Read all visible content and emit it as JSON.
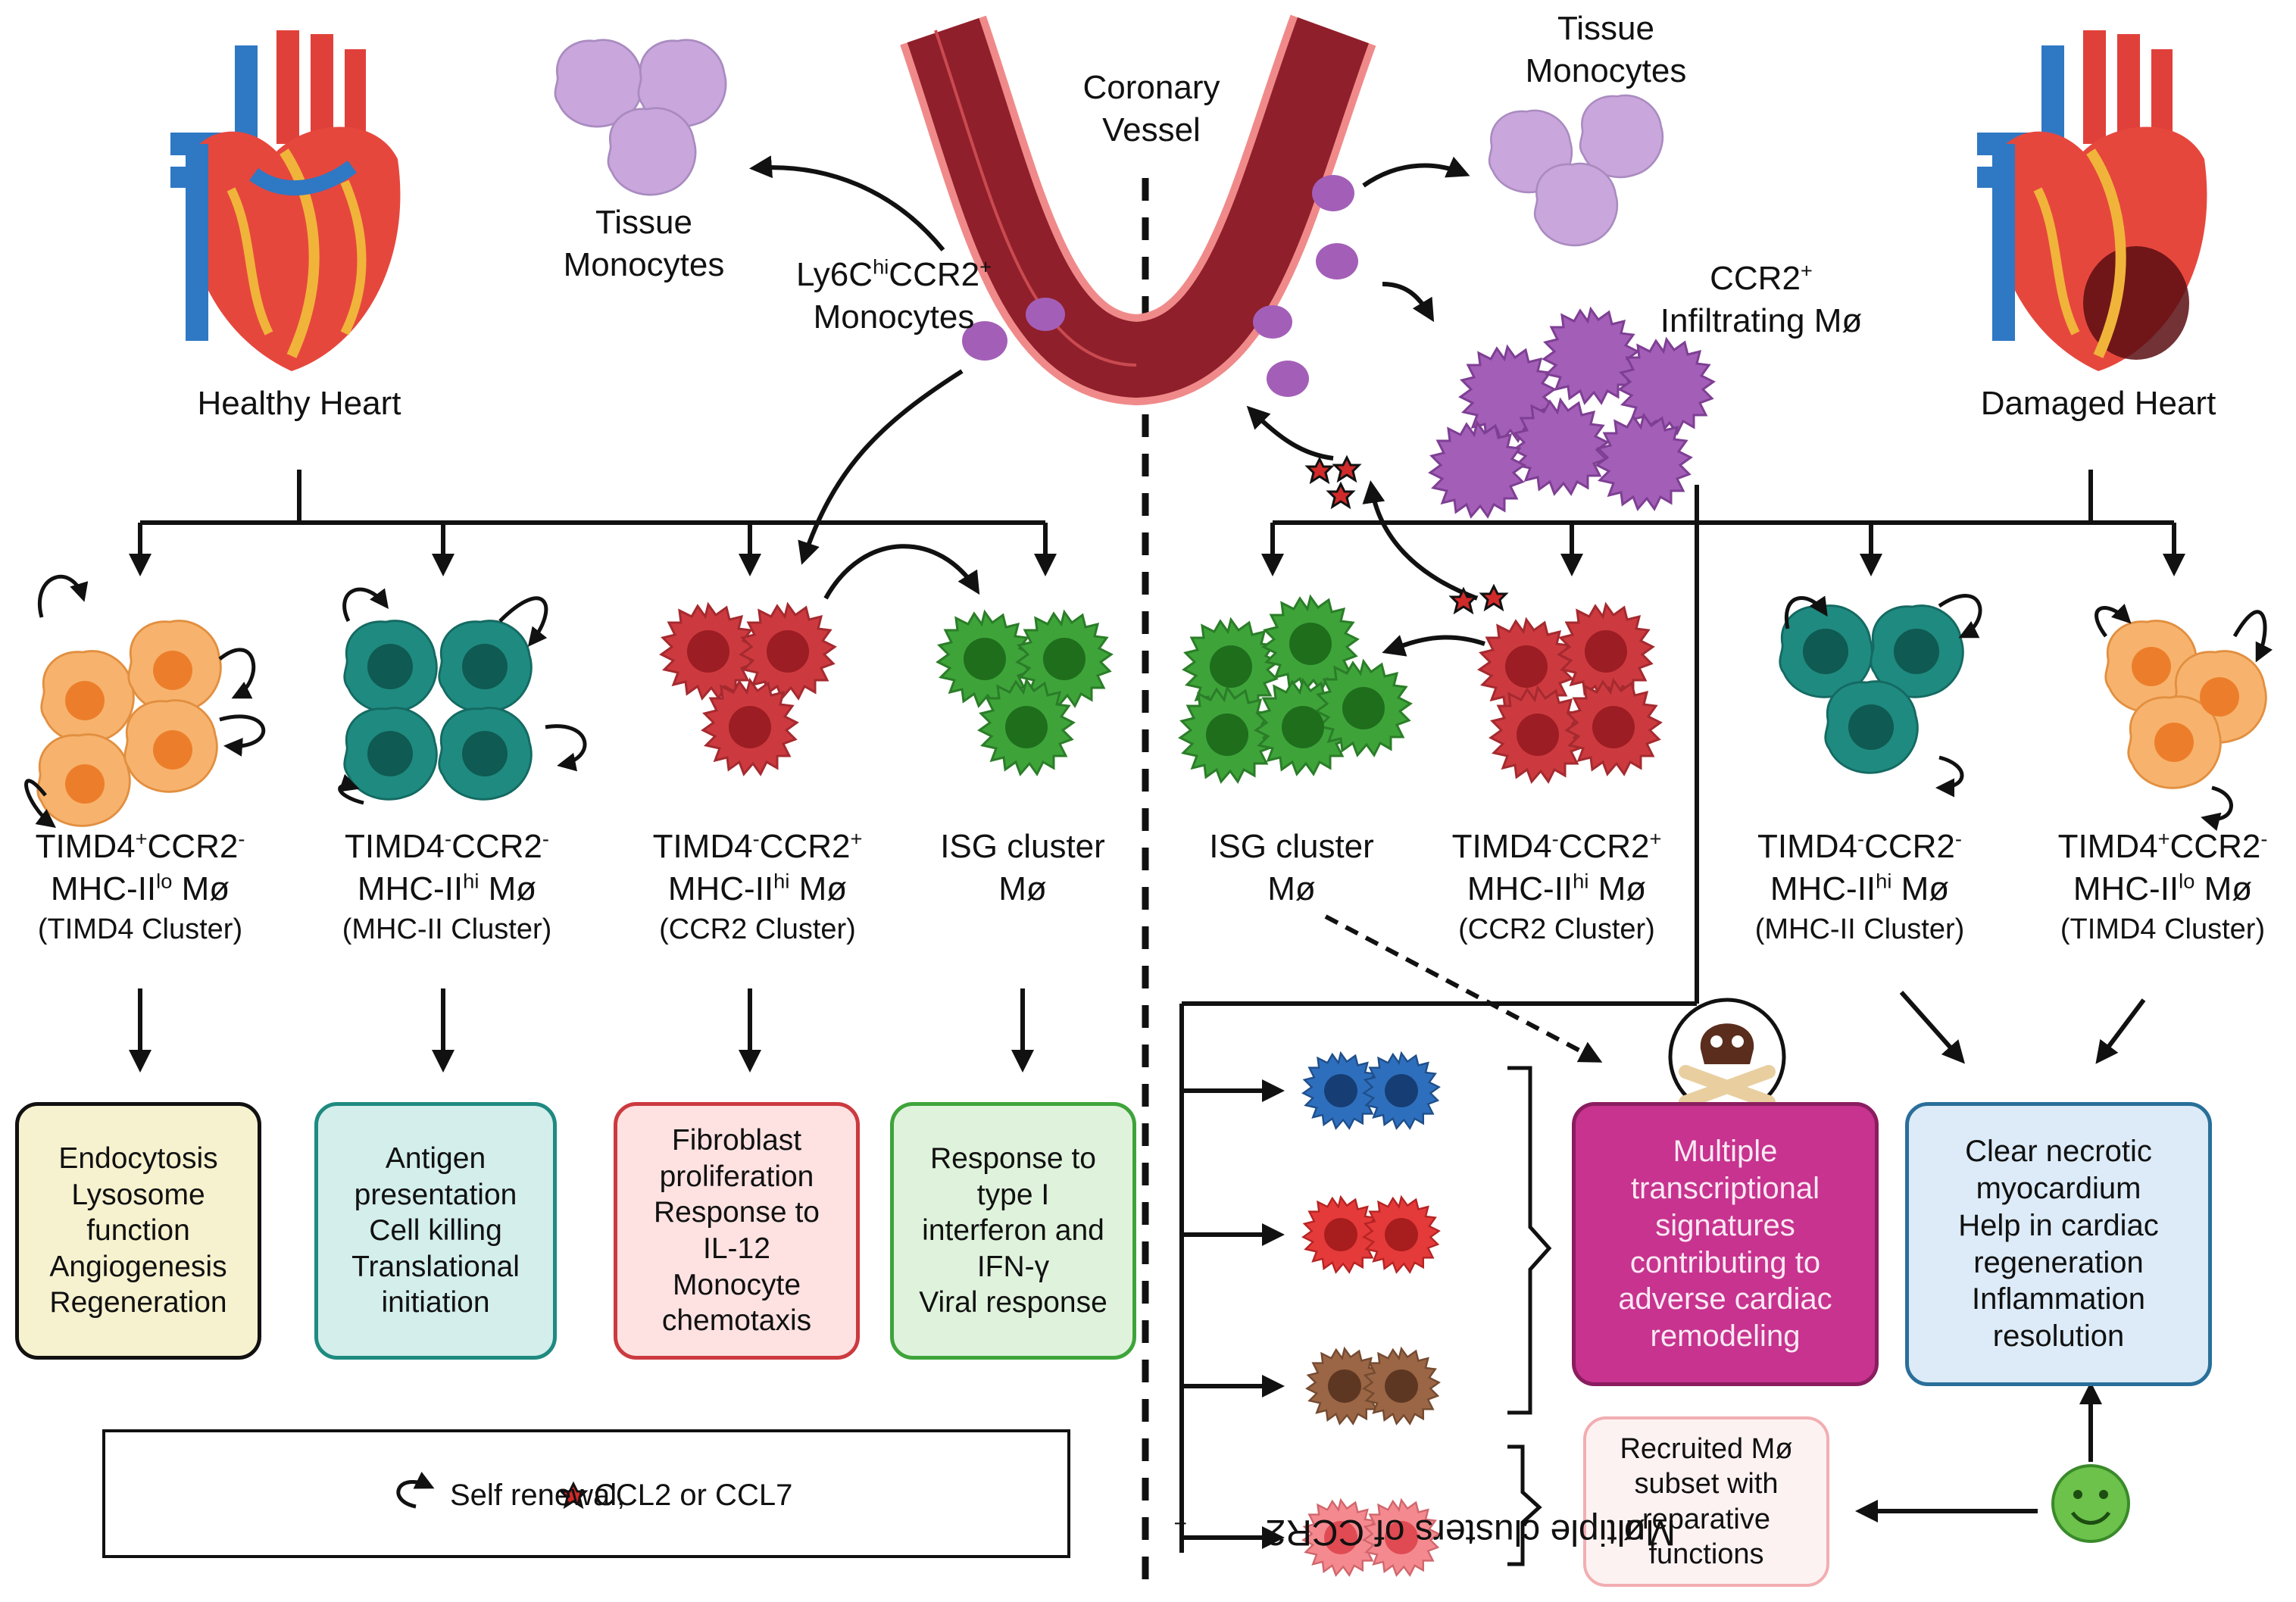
{
  "labels": {
    "healthy_heart": "Healthy Heart",
    "damaged_heart": "Damaged Heart",
    "coronary_vessel": [
      "Coronary",
      "Vessel"
    ],
    "tissue_monocytes_left": [
      "Tissue",
      "Monocytes"
    ],
    "tissue_monocytes_right": [
      "Tissue",
      "Monocytes"
    ],
    "ly6c_monocytes": {
      "a": "Ly6C",
      "sup1": "hi",
      "b": "CCR2",
      "sup2": "+",
      "line2": "Monocytes"
    },
    "ccr2_infiltrating": {
      "a": "CCR2",
      "sup": "+",
      "line2": "Infiltrating Mø"
    },
    "multiple_clusters": {
      "a": "Multiple clusters of CCR2",
      "sup": "+",
      "b": " Mø"
    }
  },
  "clusters_left": [
    {
      "g": "TIMD4",
      "s1": "+",
      "c": "CCR2",
      "s2": "-",
      "m": "MHC-II",
      "s3": "lo",
      "end": " Mø",
      "sub": "(TIMD4 Cluster)"
    },
    {
      "g": "TIMD4",
      "s1": "-",
      "c": "CCR2",
      "s2": "-",
      "m": "MHC-II",
      "s3": "hi",
      "end": " Mø",
      "sub": "(MHC-II Cluster)"
    },
    {
      "g": "TIMD4",
      "s1": "-",
      "c": "CCR2",
      "s2": "+",
      "m": "MHC-II",
      "s3": "hi",
      "end": " Mø",
      "sub": "(CCR2 Cluster)"
    },
    {
      "g": "ISG cluster",
      "line2": "Mø"
    }
  ],
  "clusters_right": [
    {
      "g": "ISG cluster",
      "line2": "Mø"
    },
    {
      "g": "TIMD4",
      "s1": "-",
      "c": "CCR2",
      "s2": "+",
      "m": "MHC-II",
      "s3": "hi",
      "end": " Mø",
      "sub": "(CCR2 Cluster)"
    },
    {
      "g": "TIMD4",
      "s1": "-",
      "c": "CCR2",
      "s2": "-",
      "m": "MHC-II",
      "s3": "hi",
      "end": " Mø",
      "sub": "(MHC-II Cluster)"
    },
    {
      "g": "TIMD4",
      "s1": "+",
      "c": "CCR2",
      "s2": "-",
      "m": "MHC-II",
      "s3": "lo",
      "end": " Mø",
      "sub": "(TIMD4 Cluster)"
    }
  ],
  "function_boxes": {
    "timd4": [
      "Endocytosis",
      "Lysosome",
      "function",
      "Angiogenesis",
      "Regeneration"
    ],
    "mhc": [
      "Antigen",
      "presentation",
      "Cell killing",
      "Translational",
      "initiation"
    ],
    "ccr2": [
      "Fibroblast",
      "proliferation",
      "Response to",
      "IL-12",
      "Monocyte",
      "chemotaxis"
    ],
    "isg": [
      "Response to",
      "type I",
      "interferon and",
      "IFN-γ",
      "Viral response"
    ],
    "adverse": [
      "Multiple",
      "transcriptional",
      "signatures",
      "contributing to",
      "adverse cardiac",
      "remodeling"
    ],
    "clear": [
      "Clear necrotic",
      "myocardium",
      "Help in cardiac",
      "regeneration",
      "Inflammation",
      "resolution"
    ],
    "recruited": [
      "Recruited Mø",
      "subset with",
      "reparative",
      "functions"
    ]
  },
  "legend": {
    "self_renewal": "Self renewal,",
    "ccl": "CCL2 or CCL7"
  },
  "colors": {
    "timd4": "#f7b36d",
    "mhc": "#1f8a80",
    "ccr2": "#cc3a3f",
    "isg": "#3ea43a",
    "infiltrating": "#a35fb8",
    "monocyte": "#c9a6db",
    "vessel": "#8f1f2b",
    "adverse": "#c7338f",
    "clear_border": "#2a6f9a",
    "clear_fill": "#dcebf7",
    "recruited_border": "#f2aeb2",
    "recruited_fill": "#fdf2f2",
    "cl_blue": "#2e6fbd",
    "cl_red": "#e53a3a",
    "cl_brown": "#9a6646",
    "cl_pink": "#f48a8f"
  }
}
